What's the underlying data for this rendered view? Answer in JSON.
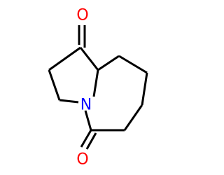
{
  "molecule": {
    "atoms": {
      "ketone_oxygen_top": "O",
      "ring_nitrogen": "N",
      "lactam_oxygen_bottom": "O"
    },
    "colors": {
      "bond": "#000000",
      "oxygen": "#ff0000",
      "nitrogen": "#0000ff",
      "background": "#ffffff"
    }
  }
}
